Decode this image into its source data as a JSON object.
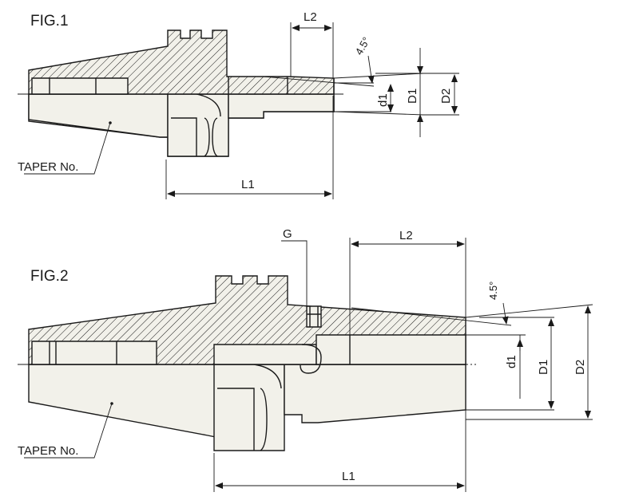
{
  "figures": {
    "fig1": {
      "label": "FIG.1",
      "taper_label": "TAPER No.",
      "dims": {
        "L1": "L1",
        "L2": "L2",
        "d1": "d1",
        "D1": "D1",
        "D2": "D2",
        "angle": "4.5°"
      }
    },
    "fig2": {
      "label": "FIG.2",
      "taper_label": "TAPER No.",
      "dims": {
        "L1": "L1",
        "L2": "L2",
        "d1": "d1",
        "D1": "D1",
        "D2": "D2",
        "angle": "4.5°",
        "G": "G"
      }
    }
  }
}
